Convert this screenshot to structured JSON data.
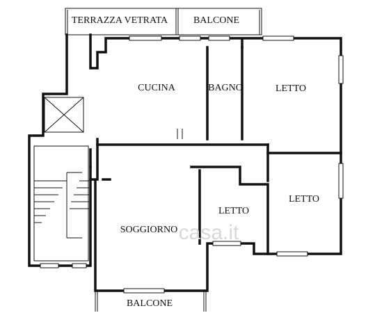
{
  "rooms": {
    "terrazza_vetrata": "TERRAZZA VETRATA",
    "balcone_top": "BALCONE",
    "cucina": "CUCINA",
    "bagno": "BAGNO",
    "letto_1": "LETTO",
    "letto_2": "LETTO",
    "letto_3": "LETTO",
    "soggiorno": "SOGGIORNO",
    "balcone_bottom": "BALCONE"
  },
  "watermark": "casa.it"
}
